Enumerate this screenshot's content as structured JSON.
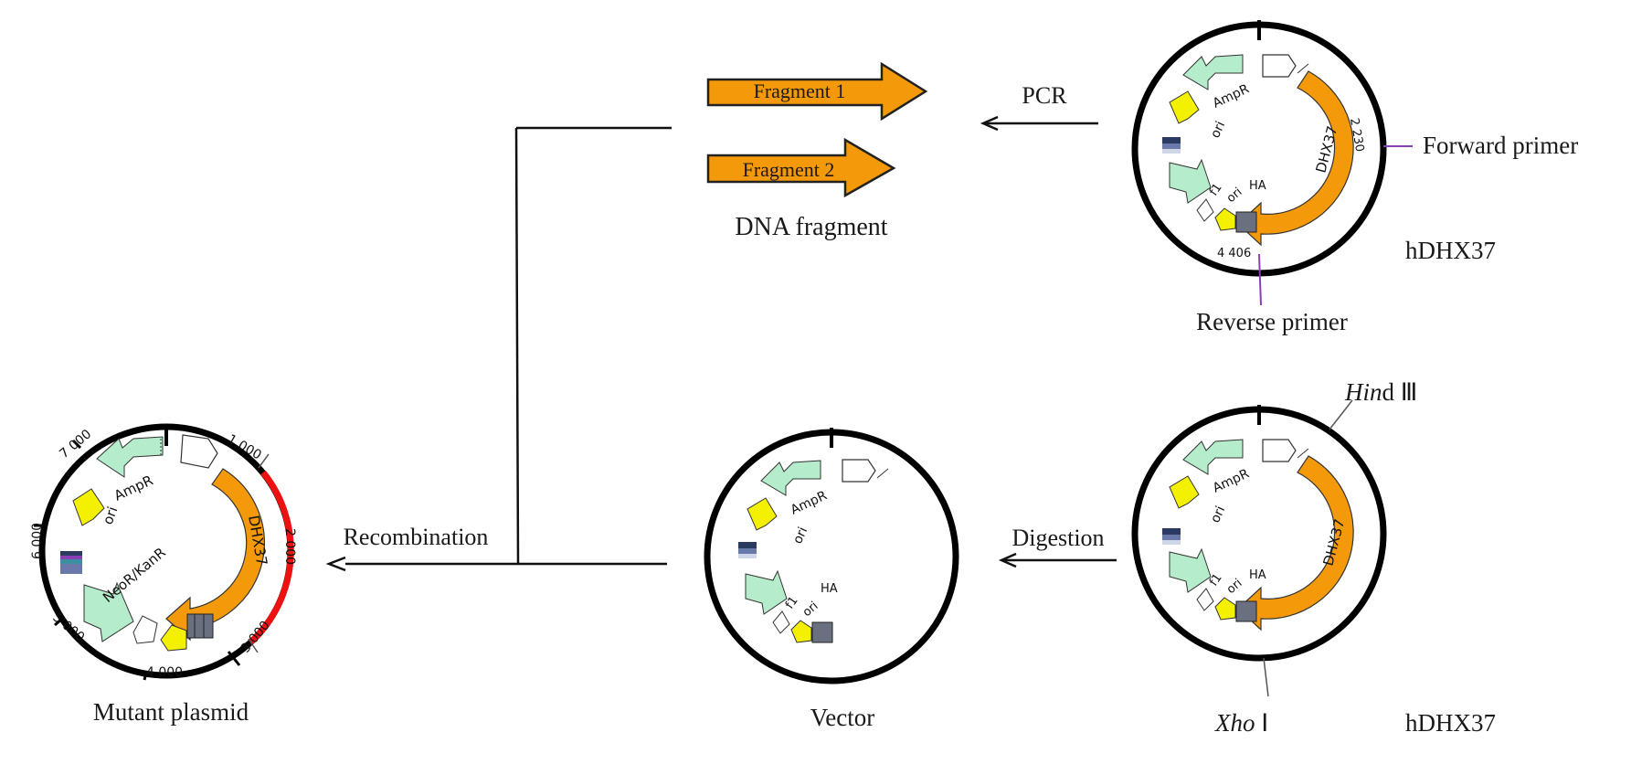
{
  "colors": {
    "ring": "#000000",
    "insert_arc": "#ee1111",
    "orange": "#f49a0a",
    "green": "#b5eccb",
    "yellow": "#f3f000",
    "primer": "#8a3fb5"
  },
  "labels": {
    "fragment1": "Fragment 1",
    "fragment2": "Fragment 2",
    "dna_fragment": "DNA fragment",
    "pcr": "PCR",
    "forward_primer": "Forward primer",
    "reverse_primer": "Reverse primer",
    "hdhx37_top": "hDHX37",
    "hdhx37_bottom": "hDHX37",
    "hind_italic": "Hin",
    "hind_rest": "d Ⅲ",
    "xho_italic": "Xho",
    "xho_rest": " Ⅰ",
    "digestion": "Digestion",
    "recombination": "Recombination",
    "vector": "Vector",
    "mutant_plasmid": "Mutant plasmid"
  },
  "top_plasmid": {
    "pos_forward": "2 230",
    "pos_reverse": "4 406"
  },
  "mutant_plasmid": {
    "ticks": [
      "1 000",
      "2 000",
      "3 000",
      "4 000",
      "5 000",
      "6 000",
      "7 000"
    ]
  },
  "features": {
    "dhx37": "DHX37",
    "ampr": "AmpR",
    "ori": "ori",
    "f1": "f1",
    "ha": "HA",
    "neor": "NeoR/KanR"
  },
  "icons": [
    "arrow-left-icon"
  ]
}
